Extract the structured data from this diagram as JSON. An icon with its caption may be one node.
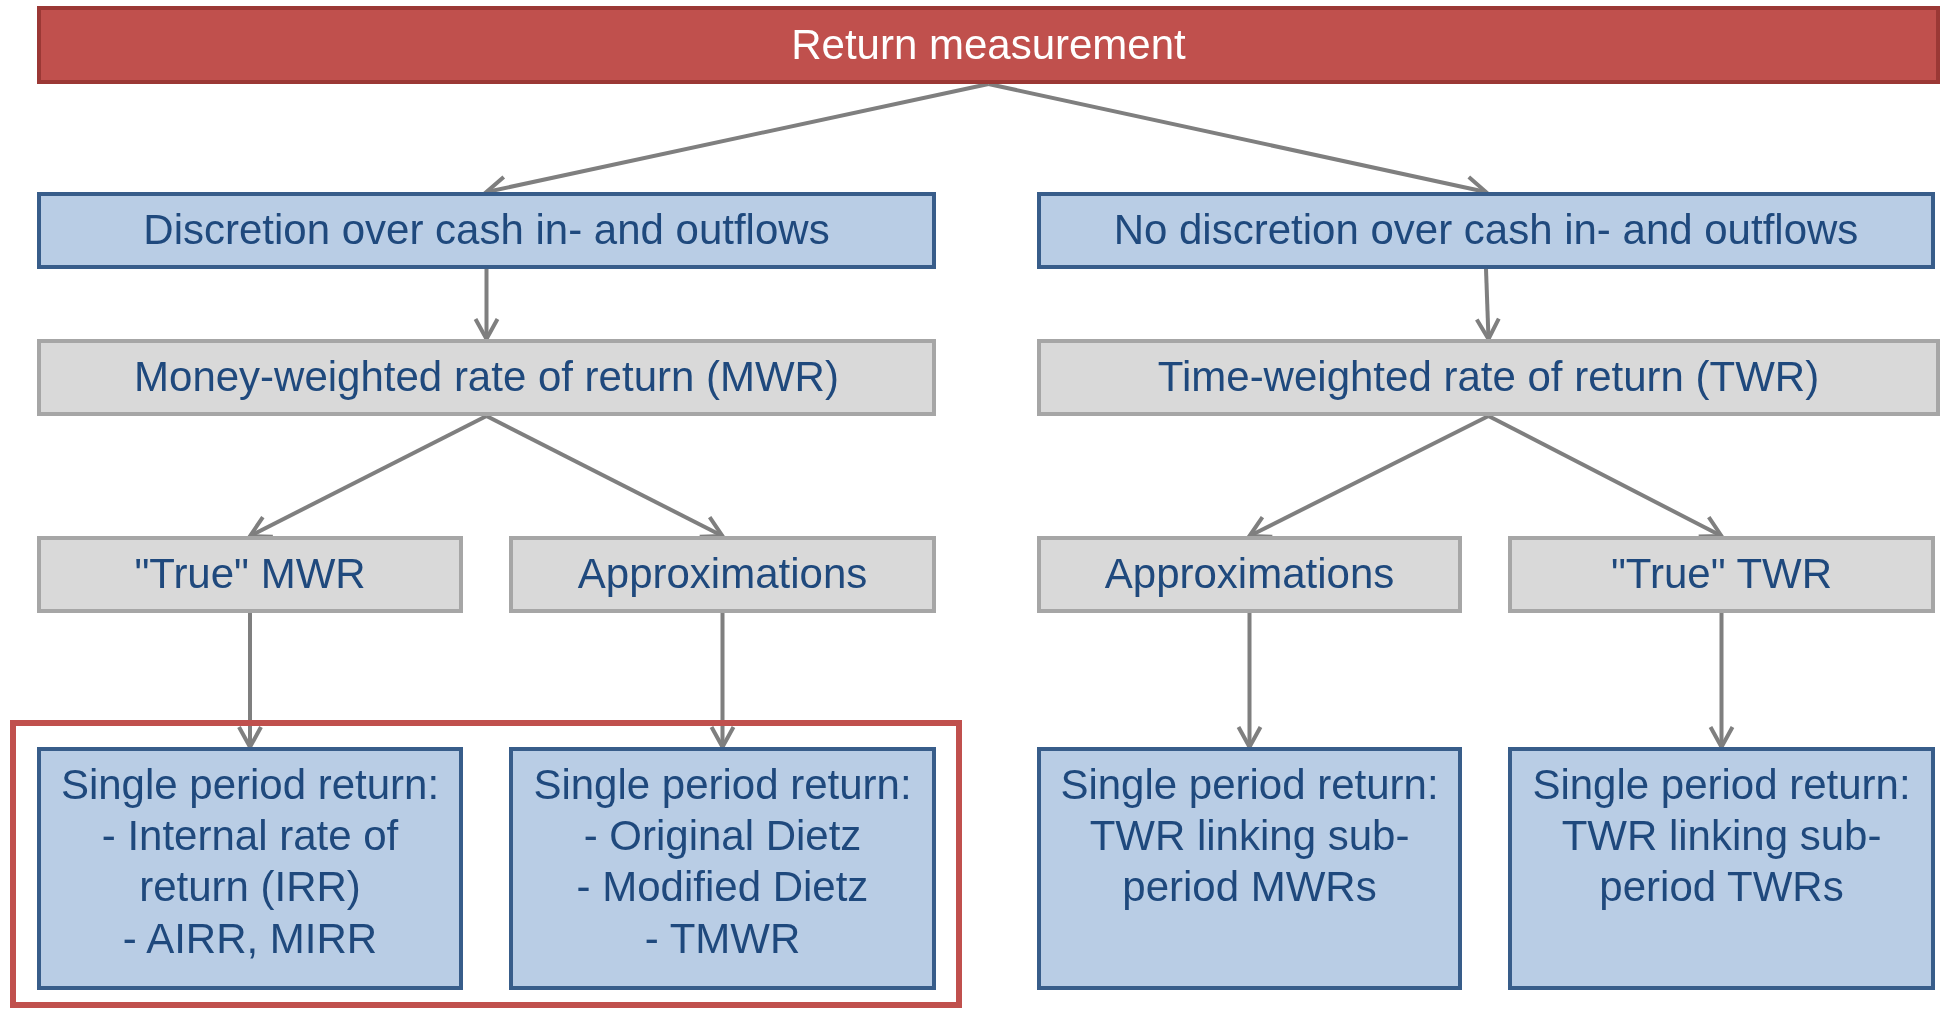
{
  "diagram": {
    "nodes": [
      {
        "text": [
          "Return measurement"
        ]
      },
      {
        "text": [
          "Discretion over cash in- and outflows"
        ]
      },
      {
        "text": [
          "No discretion over cash in- and outflows"
        ]
      },
      {
        "text": [
          "Money-weighted rate of return (MWR)"
        ]
      },
      {
        "text": [
          "Time-weighted rate of return (TWR)"
        ]
      },
      {
        "text": [
          "\"True\" MWR"
        ]
      },
      {
        "text": [
          "Approximations"
        ]
      },
      {
        "text": [
          "Approximations"
        ]
      },
      {
        "text": [
          "\"True\" TWR"
        ]
      },
      {
        "text": [],
        "shape": "box"
      },
      {
        "text": [
          "Single period return:",
          "- Internal rate of return (IRR)",
          "- AIRR, MIRR"
        ],
        "in": 9
      },
      {
        "text": [
          "Single period return:",
          "- Original Dietz",
          "- Modified Dietz",
          "- TMWR"
        ],
        "in": 9
      },
      {
        "text": [
          "Single period return:",
          "TWR linking sub-period MWRs"
        ]
      },
      {
        "text": [
          "Single period return:",
          "TWR linking sub-period TWRs"
        ]
      }
    ],
    "edges": [
      {
        "from": 0,
        "to": 1,
        "arrow": "to"
      },
      {
        "from": 0,
        "to": 2,
        "arrow": "to"
      },
      {
        "from": 1,
        "to": 3,
        "arrow": "to"
      },
      {
        "from": 2,
        "to": 4,
        "arrow": "to"
      },
      {
        "from": 3,
        "to": 5,
        "arrow": "to"
      },
      {
        "from": 3,
        "to": 6,
        "arrow": "to"
      },
      {
        "from": 4,
        "to": 7,
        "arrow": "to"
      },
      {
        "from": 4,
        "to": 8,
        "arrow": "to"
      },
      {
        "from": 5,
        "to": 10,
        "arrow": "to"
      },
      {
        "from": 6,
        "to": 11,
        "arrow": "to"
      },
      {
        "from": 7,
        "to": 12,
        "arrow": "to"
      },
      {
        "from": 8,
        "to": 13,
        "arrow": "to"
      }
    ]
  }
}
